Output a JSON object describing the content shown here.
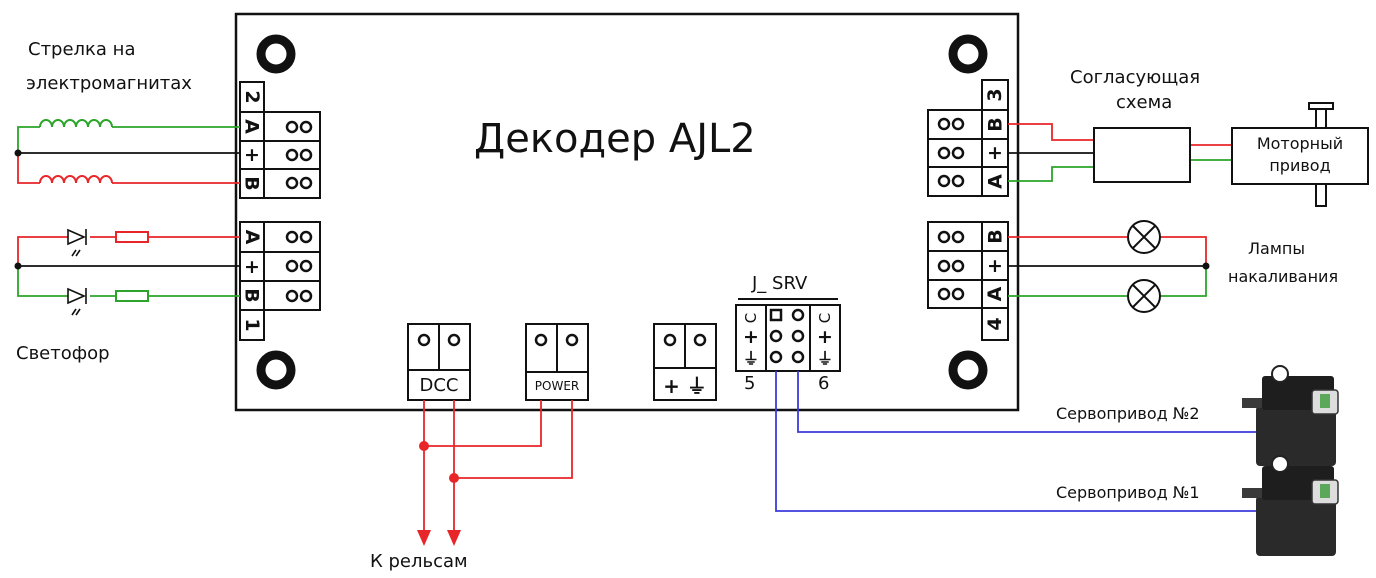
{
  "board": {
    "title": "Декодер AJL2"
  },
  "labels": {
    "turnout": "Стрелка на",
    "turnout_line2": "электромагнитах",
    "traffic_light": "Светофор",
    "matching_circuit": "Согласующая",
    "matching_circuit_line2": "схема",
    "motor_drive": "Моторный",
    "motor_drive_line2": "привод",
    "lamps": "Лампы",
    "lamps_line2": "накаливания",
    "servo2": "Сервопривод №2",
    "servo1": "Сервопривод №1",
    "to_rails": "К рельсам"
  },
  "connectors": {
    "port2_number": "2",
    "port1_number": "1",
    "port3_number": "3",
    "port4_number": "4",
    "pin_a": "A",
    "pin_plus": "+",
    "pin_b": "B",
    "dcc": "DCC",
    "power": "POWER",
    "jumper": "J_ SRV",
    "jumper_left_num": "5",
    "jumper_right_num": "6",
    "jumper_c": "C",
    "ground_plus": "+ ⏚"
  },
  "colors": {
    "wire_red": "#e8262a",
    "wire_green": "#2aa52a",
    "wire_black": "#111111",
    "wire_blue": "#3b3bdc",
    "outline": "#111111"
  },
  "icons": [
    "mounting-hole-icon",
    "coil-icon",
    "led-icon",
    "resistor-icon",
    "lamp-icon",
    "servo-icon",
    "arrow-down-icon",
    "ground-icon"
  ]
}
